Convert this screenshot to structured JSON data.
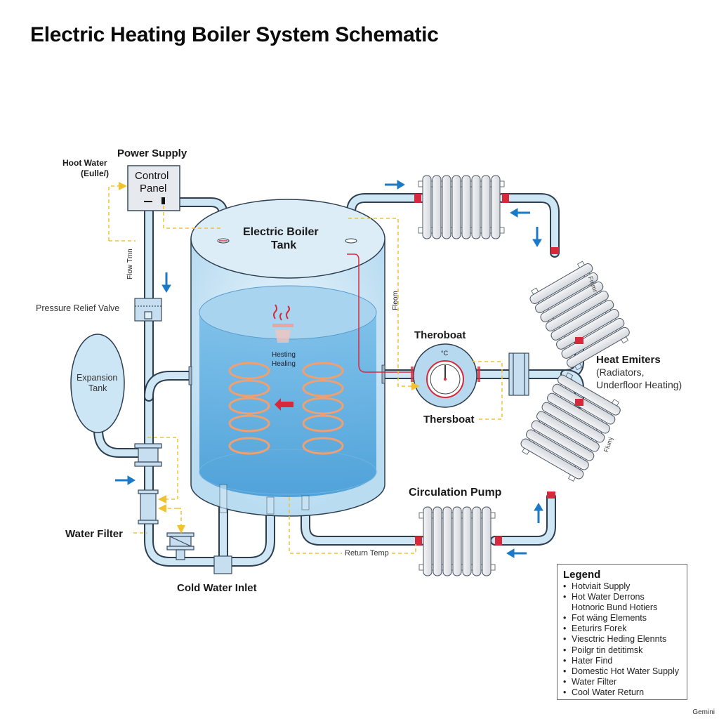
{
  "title": "Electric Heating Boiler System Schematic",
  "labels": {
    "power_supply": "Power Supply",
    "hot_water_line1": "Hoot Water",
    "hot_water_line2": "(Eulle/)",
    "control_panel_line1": "Control",
    "control_panel_line2": "Panel",
    "flow_temp": "Flow Tmn",
    "pressure_relief_valve": "Pressure Relief Valve",
    "expansion_tank_line1": "Expansion",
    "expansion_tank_line2": "Tank",
    "water_filter": "Water Filter",
    "cold_water_inlet": "Cold Water Inlet",
    "boiler_tank_line1": "Electric Boiler",
    "boiler_tank_line2": "Tank",
    "heating_line1": "Hesting",
    "heating_line2": "Healing",
    "flow_side": "Fleom",
    "thermostat_top": "Theroboat",
    "thermostat_bottom": "Thersboat",
    "thermostat_unit": "°C",
    "return_temp": "Return Temp",
    "circulation_pump": "Circulation Pump",
    "heat_emitters_title": "Heat Emiters",
    "heat_emitters_line2": "(Radiators,",
    "heat_emitters_line3": "Underfloor Heating)",
    "radiator_label_upper": "Fmmr",
    "radiator_label_lower": "Flumj"
  },
  "legend": {
    "title": "Legend",
    "items": [
      {
        "text": "Hotviait Supply",
        "bullet": true
      },
      {
        "text": "Hot Water Derrons",
        "bullet": true
      },
      {
        "text": "Hotnoric Bund Hotiers",
        "bullet": false
      },
      {
        "text": "Fot wäng Elements",
        "bullet": true
      },
      {
        "text": "Eeturirs Forek",
        "bullet": true
      },
      {
        "text": "Viesctric Heding Elennts",
        "bullet": true
      },
      {
        "text": "Poilgr tin detitimsk",
        "bullet": true
      },
      {
        "text": "Hater Find",
        "bullet": true
      },
      {
        "text": "Domestic Hot Water Supply",
        "bullet": true
      },
      {
        "text": "Water Filter",
        "bullet": true
      },
      {
        "text": "Cool Water Return",
        "bullet": true
      }
    ]
  },
  "watermark": "Gemini",
  "colors": {
    "pipe_fill": "#cfe6f5",
    "pipe_stroke": "#2c3e50",
    "water": "#5aaee0",
    "arrow_blue": "#1a7ac8",
    "signal_yellow": "#f2c12e",
    "coil_orange": "#f0a070",
    "hot_red": "#d62a3c"
  }
}
